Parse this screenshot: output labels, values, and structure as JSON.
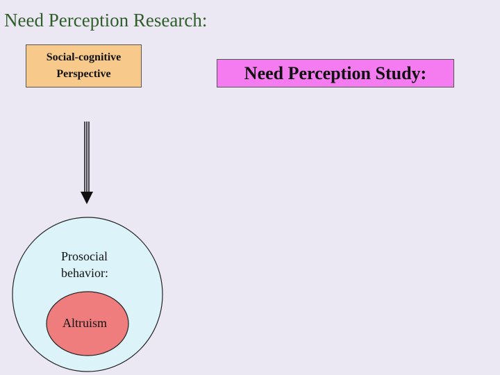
{
  "title": "Need Perception Research:",
  "social_box": {
    "line1": "Social-cognitive",
    "line2": "Perspective",
    "color": "#f7c98b"
  },
  "study_box": {
    "label": "Need Perception Study:",
    "color": "#f47cf0"
  },
  "outer_circle": {
    "line1": "Prosocial",
    "line2": "behavior:",
    "color": "#dcf3f9"
  },
  "inner_circle": {
    "label": "Altruism",
    "color": "#ef7d7e"
  }
}
